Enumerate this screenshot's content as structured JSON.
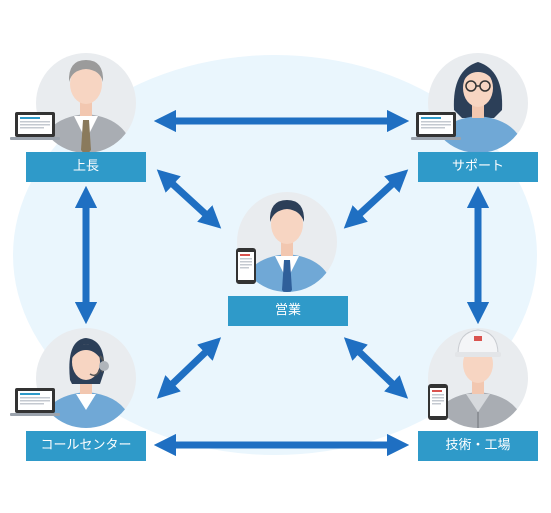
{
  "nodes": {
    "boss": {
      "label": "上長"
    },
    "support": {
      "label": "サポート"
    },
    "sales": {
      "label": "営業"
    },
    "callcenter": {
      "label": "コールセンター"
    },
    "tech": {
      "label": "技術・工場"
    }
  },
  "colors": {
    "blob": "#eaf6fd",
    "arrow": "#1f6fc2",
    "label_bg": "#2f9ac9",
    "avatar_bg": "#e9ecef",
    "skin": "#f7d5c2",
    "hair_gray": "#9b9b9b",
    "hair_dark": "#2c3f58",
    "suit_gray": "#a9adb3",
    "shirt_blue": "#70a8d6",
    "tie_blue": "#2f5f9a"
  }
}
